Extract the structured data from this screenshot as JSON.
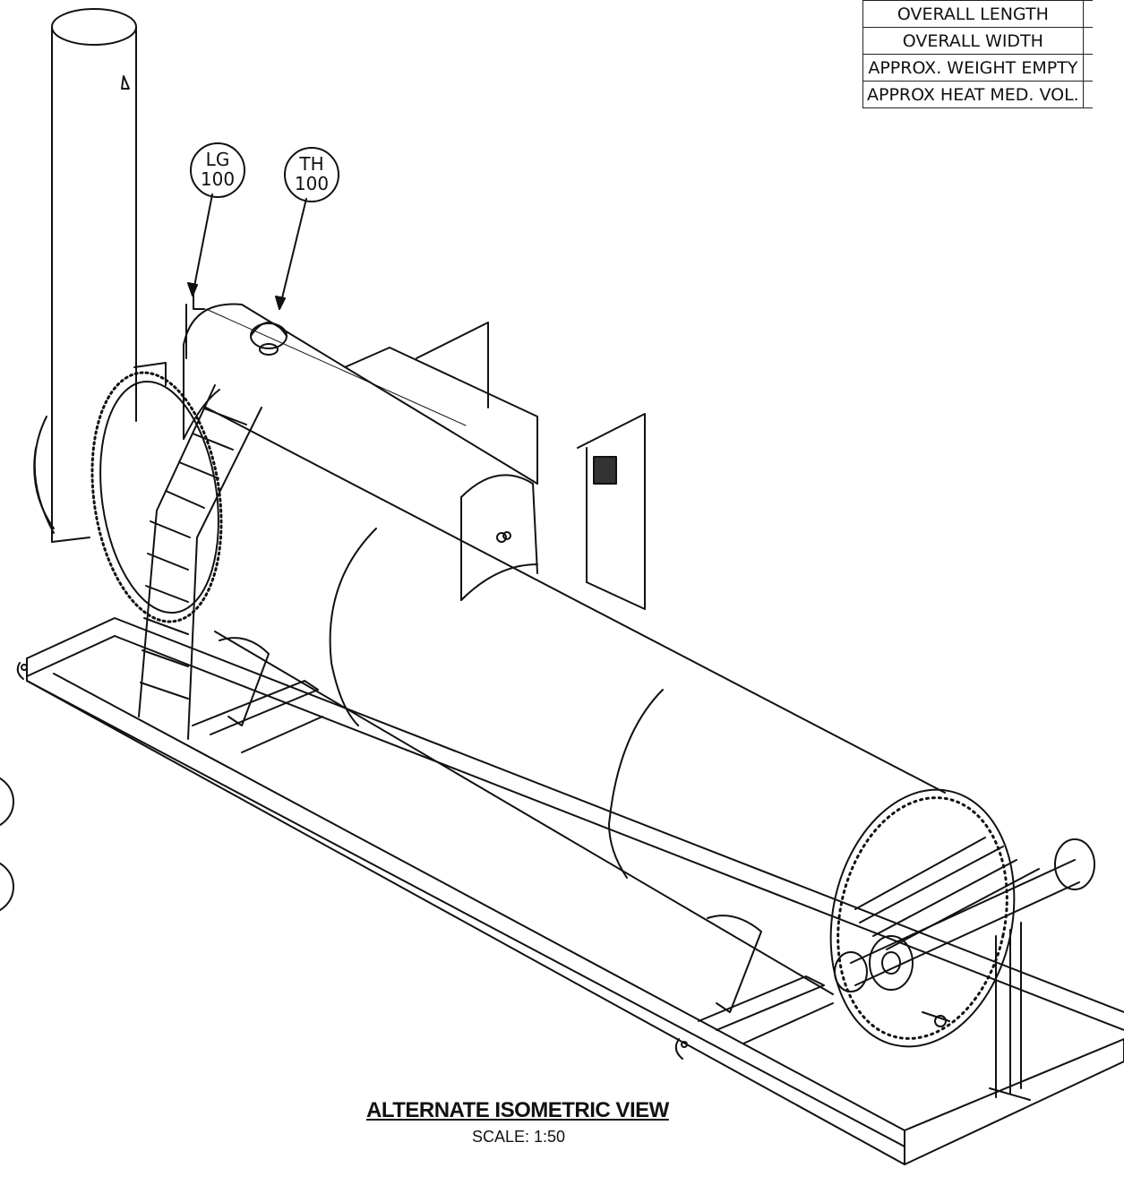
{
  "spec_table": {
    "rows": [
      "OVERALL LENGTH",
      "OVERALL WIDTH",
      "APPROX. WEIGHT EMPTY",
      "APPROX HEAT MED. VOL."
    ]
  },
  "callouts": [
    {
      "tag": "LG",
      "number": "100"
    },
    {
      "tag": "TH",
      "number": "100"
    }
  ],
  "view": {
    "title": "ALTERNATE ISOMETRIC VIEW",
    "scale": "SCALE: 1:50"
  }
}
